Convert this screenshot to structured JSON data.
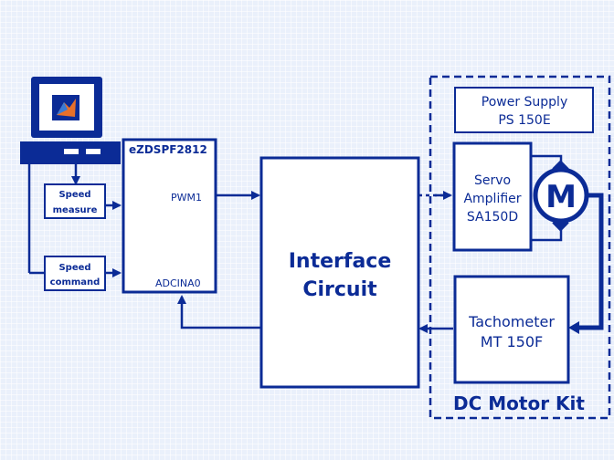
{
  "pc": {
    "app_icon": "matlab-logo-icon"
  },
  "labels": {
    "speed_measure_1": "Speed",
    "speed_measure_2": "measure",
    "speed_command_1": "Speed",
    "speed_command_2": "command",
    "dsp_title": "eZDSPF2812",
    "dsp_pwm": "PWM1",
    "dsp_adc": "ADCINA0",
    "interface_1": "Interface",
    "interface_2": "Circuit",
    "power_1": "Power Supply",
    "power_2": "PS 150E",
    "servo_1": "Servo",
    "servo_2": "Amplifier",
    "servo_3": "SA150D",
    "tach_1": "Tachometer",
    "tach_2": "MT 150F",
    "kit_title": "DC Motor Kit",
    "motor": "M"
  },
  "colors": {
    "primary": "#0b2b96",
    "background": "#eaf0fb",
    "block_fill": "#ffffff"
  }
}
